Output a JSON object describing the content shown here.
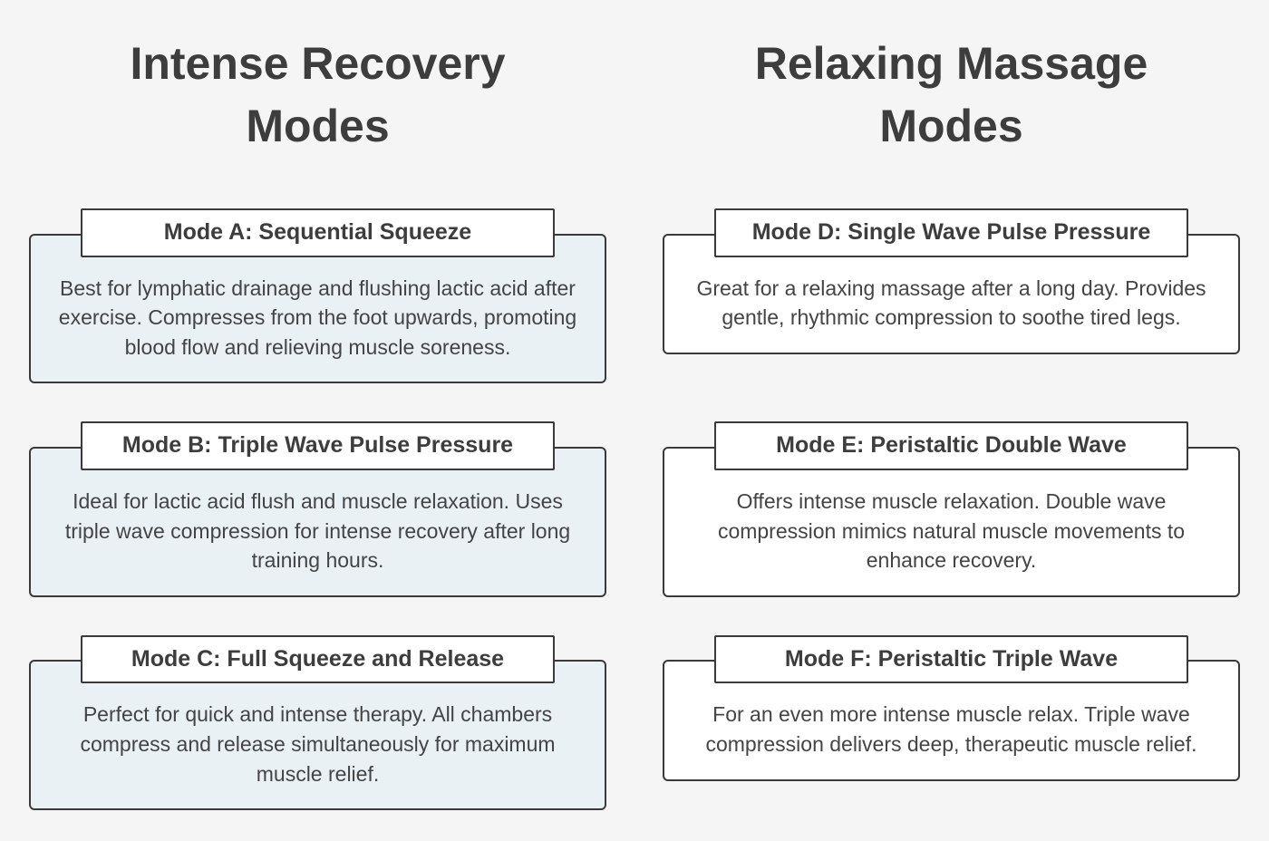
{
  "colors": {
    "page_bg": "#f5f5f6",
    "border": "#3a3a3a",
    "heading_text": "#3d3d3d",
    "body_text": "#444444",
    "title_box_bg": "#ffffff",
    "left_card_bg": "#e9f1f5",
    "right_card_bg": "#ffffff"
  },
  "columns": [
    {
      "title": "Intense Recovery Modes",
      "modes": [
        {
          "title": "Mode A: Sequential Squeeze",
          "description": "Best for lymphatic drainage and flushing lactic acid after exercise. Compresses from the foot upwards, promoting blood flow and relieving muscle soreness."
        },
        {
          "title": "Mode B: Triple Wave Pulse Pressure",
          "description": "Ideal for lactic acid flush and muscle relaxation. Uses triple wave compression for intense recovery after long training hours."
        },
        {
          "title": "Mode C: Full Squeeze and Release",
          "description": "Perfect for quick and intense therapy. All chambers compress and release simultaneously for maximum muscle relief."
        }
      ]
    },
    {
      "title": "Relaxing Massage Modes",
      "modes": [
        {
          "title": "Mode D: Single Wave Pulse Pressure",
          "description": "Great for a relaxing massage after a long day. Provides gentle, rhythmic compression to soothe tired legs."
        },
        {
          "title": "Mode E: Peristaltic Double Wave",
          "description": "Offers intense muscle relaxation. Double wave compression mimics natural muscle movements to enhance recovery."
        },
        {
          "title": "Mode F: Peristaltic Triple Wave",
          "description": "For an even more intense muscle relax. Triple wave compression delivers deep, therapeutic muscle relief."
        }
      ]
    }
  ]
}
